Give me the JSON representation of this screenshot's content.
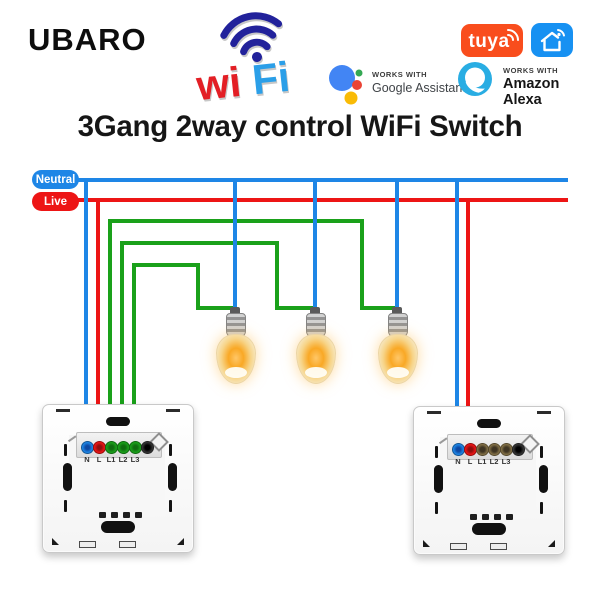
{
  "brand": "UBARO",
  "header": {
    "wifi_logo": {
      "part1": "wi",
      "part2": "Fi"
    },
    "tuya": {
      "label": "tuya"
    },
    "smart_life": {
      "icon": "smart-life-house-icon"
    },
    "google_badge": {
      "eyebrow": "WORKS WITH",
      "name": "Google Assistant"
    },
    "alexa_badge": {
      "eyebrow": "WORKS WITH",
      "name": "Amazon Alexa"
    }
  },
  "title": "3Gang 2way control WiFi Switch",
  "diagram": {
    "bus_labels": {
      "neutral": "Neutral",
      "live": "Live"
    },
    "terminal_labels": [
      "N",
      "L",
      "L1",
      "L2",
      "L3"
    ],
    "colors": {
      "neutral_wire": "#1e86e6",
      "live_wire": "#ed1515",
      "switched_wire": "#1aa11a",
      "tuya_brand": "#f94d1d",
      "smart_life_brand": "#1791f2",
      "google_blue": "#4285f4",
      "alexa_blue": "#29ade3"
    },
    "bulbs": [
      "bulb-1",
      "bulb-2",
      "bulb-3"
    ],
    "switches": {
      "left": {
        "wired_terminals": [
          "N",
          "L",
          "L1",
          "L2",
          "L3"
        ]
      },
      "right": {
        "wired_terminals": [
          "N",
          "L"
        ]
      }
    },
    "connections": [
      {
        "wire": "Neutral",
        "color": "blue",
        "connects": [
          "Neutral bus",
          "Left switch N",
          "Bulb 1",
          "Bulb 2",
          "Bulb 3",
          "Right switch N"
        ]
      },
      {
        "wire": "Live",
        "color": "red",
        "connects": [
          "Live bus",
          "Left switch L",
          "Right switch L"
        ]
      },
      {
        "wire": "L1",
        "color": "green",
        "connects": [
          "Left switch L1",
          "Bulb 3"
        ]
      },
      {
        "wire": "L2",
        "color": "green",
        "connects": [
          "Left switch L2",
          "Bulb 2"
        ]
      },
      {
        "wire": "L3",
        "color": "green",
        "connects": [
          "Left switch L3",
          "Bulb 1"
        ]
      }
    ]
  }
}
